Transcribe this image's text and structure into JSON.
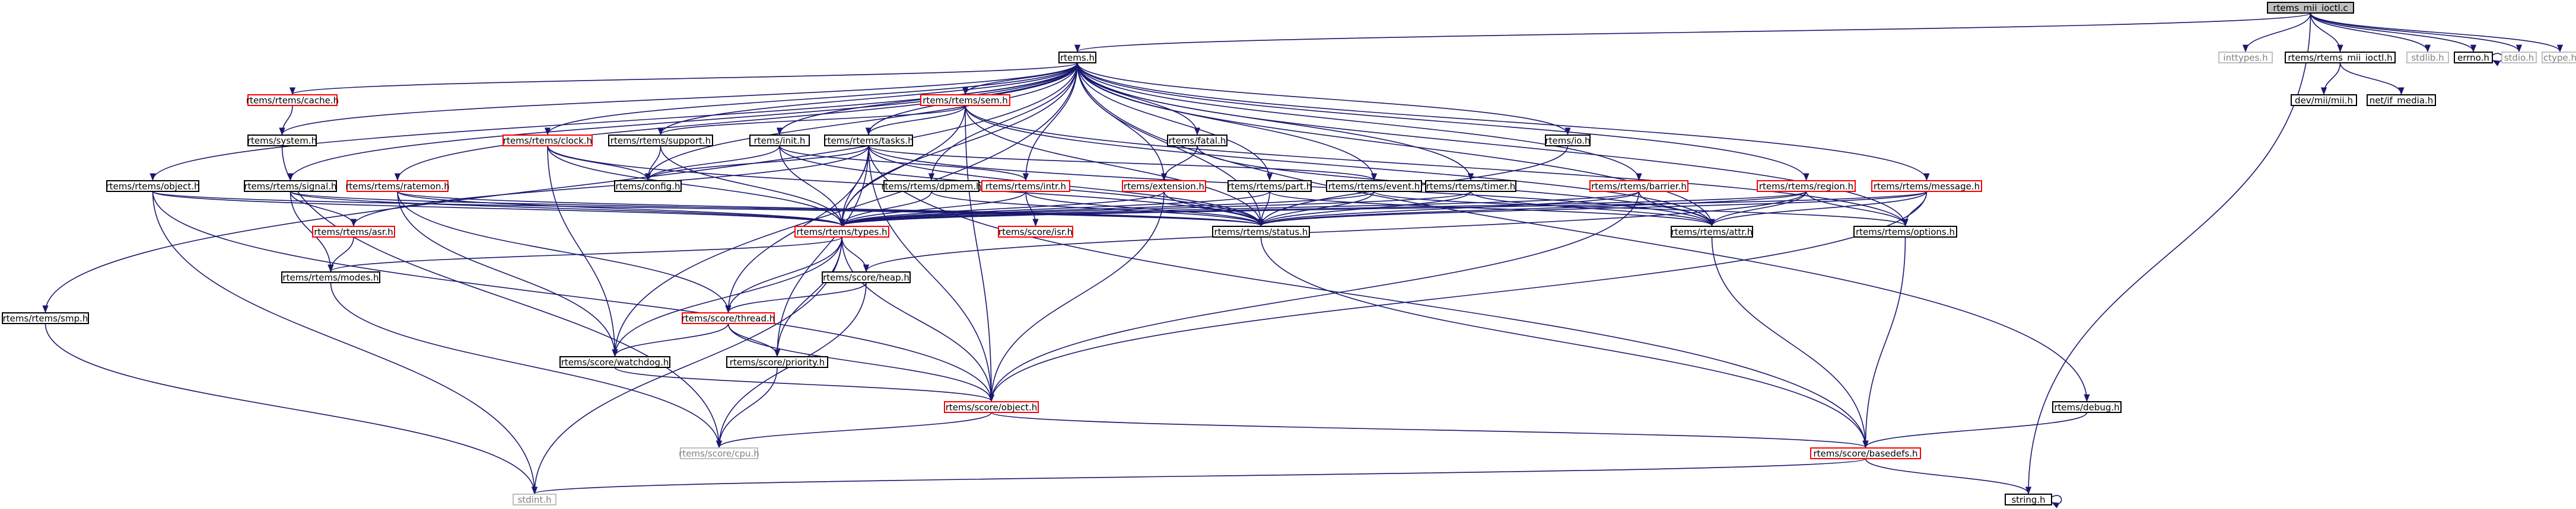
{
  "colors": {
    "edge": "#191970",
    "node_border": "#000000",
    "node_border_truncated": "#ff0000",
    "node_border_missing": "#bfbfbf",
    "node_fill_root": "#bfbfbf",
    "node_fill": "#ffffff",
    "text": "#000000",
    "text_missing": "#808080"
  },
  "graph": {
    "nodes": [
      {
        "id": "root",
        "label": "rtems_mii_ioctl.c",
        "kind": "root"
      },
      {
        "id": "rtems_h",
        "label": "rtems.h",
        "kind": "normal"
      },
      {
        "id": "inttypes",
        "label": "inttypes.h",
        "kind": "missing"
      },
      {
        "id": "rtems_mii_ioctl_h",
        "label": "rtems/rtems_mii_ioctl.h",
        "kind": "normal"
      },
      {
        "id": "stdlib",
        "label": "stdlib.h",
        "kind": "missing"
      },
      {
        "id": "errno",
        "label": "errno.h",
        "kind": "normal"
      },
      {
        "id": "stdio",
        "label": "stdio.h",
        "kind": "missing"
      },
      {
        "id": "ctype",
        "label": "ctype.h",
        "kind": "missing"
      },
      {
        "id": "dev_mii",
        "label": "dev/mii/mii.h",
        "kind": "normal"
      },
      {
        "id": "net_if_media",
        "label": "net/if_media.h",
        "kind": "normal"
      },
      {
        "id": "cache",
        "label": "rtems/rtems/cache.h",
        "kind": "truncated"
      },
      {
        "id": "sem",
        "label": "rtems/rtems/sem.h",
        "kind": "truncated"
      },
      {
        "id": "system",
        "label": "rtems/system.h",
        "kind": "normal"
      },
      {
        "id": "support",
        "label": "rtems/rtems/support.h",
        "kind": "normal"
      },
      {
        "id": "clock",
        "label": "rtems/rtems/clock.h",
        "kind": "truncated"
      },
      {
        "id": "init",
        "label": "rtems/init.h",
        "kind": "normal"
      },
      {
        "id": "tasks",
        "label": "rtems/rtems/tasks.h",
        "kind": "normal"
      },
      {
        "id": "fatal",
        "label": "rtems/fatal.h",
        "kind": "normal"
      },
      {
        "id": "io",
        "label": "rtems/io.h",
        "kind": "normal"
      },
      {
        "id": "object",
        "label": "rtems/rtems/object.h",
        "kind": "normal"
      },
      {
        "id": "signal",
        "label": "rtems/rtems/signal.h",
        "kind": "normal"
      },
      {
        "id": "ratemon",
        "label": "rtems/rtems/ratemon.h",
        "kind": "truncated"
      },
      {
        "id": "config",
        "label": "rtems/config.h",
        "kind": "normal"
      },
      {
        "id": "intr",
        "label": "rtems/rtems/intr.h",
        "kind": "truncated"
      },
      {
        "id": "dpmem",
        "label": "rtems/rtems/dpmem.h",
        "kind": "normal"
      },
      {
        "id": "extension",
        "label": "rtems/extension.h",
        "kind": "truncated"
      },
      {
        "id": "part",
        "label": "rtems/rtems/part.h",
        "kind": "normal"
      },
      {
        "id": "event",
        "label": "rtems/rtems/event.h",
        "kind": "normal"
      },
      {
        "id": "timer",
        "label": "rtems/rtems/timer.h",
        "kind": "normal"
      },
      {
        "id": "barrier",
        "label": "rtems/rtems/barrier.h",
        "kind": "truncated"
      },
      {
        "id": "region",
        "label": "rtems/rtems/region.h",
        "kind": "truncated"
      },
      {
        "id": "message",
        "label": "rtems/rtems/message.h",
        "kind": "truncated"
      },
      {
        "id": "asr",
        "label": "rtems/rtems/asr.h",
        "kind": "truncated"
      },
      {
        "id": "types",
        "label": "rtems/rtems/types.h",
        "kind": "truncated"
      },
      {
        "id": "isr",
        "label": "rtems/score/isr.h",
        "kind": "truncated"
      },
      {
        "id": "status",
        "label": "rtems/rtems/status.h",
        "kind": "normal"
      },
      {
        "id": "attr",
        "label": "rtems/rtems/attr.h",
        "kind": "normal"
      },
      {
        "id": "options",
        "label": "rtems/rtems/options.h",
        "kind": "normal"
      },
      {
        "id": "modes",
        "label": "rtems/rtems/modes.h",
        "kind": "normal"
      },
      {
        "id": "heap",
        "label": "rtems/score/heap.h",
        "kind": "normal"
      },
      {
        "id": "smp",
        "label": "rtems/rtems/smp.h",
        "kind": "normal"
      },
      {
        "id": "thread",
        "label": "rtems/score/thread.h",
        "kind": "truncated"
      },
      {
        "id": "watchdog",
        "label": "rtems/score/watchdog.h",
        "kind": "normal"
      },
      {
        "id": "priority",
        "label": "rtems/score/priority.h",
        "kind": "normal"
      },
      {
        "id": "score_object",
        "label": "rtems/score/object.h",
        "kind": "truncated"
      },
      {
        "id": "debug",
        "label": "rtems/debug.h",
        "kind": "normal"
      },
      {
        "id": "cpu",
        "label": "rtems/score/cpu.h",
        "kind": "missing"
      },
      {
        "id": "basedefs",
        "label": "rtems/score/basedefs.h",
        "kind": "truncated"
      },
      {
        "id": "stdint",
        "label": "stdint.h",
        "kind": "missing"
      },
      {
        "id": "string",
        "label": "string.h",
        "kind": "normal"
      }
    ],
    "edges": [
      [
        "root",
        "rtems_h"
      ],
      [
        "root",
        "inttypes"
      ],
      [
        "root",
        "rtems_mii_ioctl_h"
      ],
      [
        "root",
        "stdlib"
      ],
      [
        "root",
        "errno"
      ],
      [
        "root",
        "stdio"
      ],
      [
        "root",
        "ctype"
      ],
      [
        "root",
        "string"
      ],
      [
        "rtems_mii_ioctl_h",
        "dev_mii"
      ],
      [
        "rtems_mii_ioctl_h",
        "net_if_media"
      ],
      [
        "errno",
        "errno"
      ],
      [
        "string",
        "string"
      ],
      [
        "rtems_h",
        "cache"
      ],
      [
        "rtems_h",
        "sem"
      ],
      [
        "rtems_h",
        "system"
      ],
      [
        "rtems_h",
        "support"
      ],
      [
        "rtems_h",
        "clock"
      ],
      [
        "rtems_h",
        "init"
      ],
      [
        "rtems_h",
        "tasks"
      ],
      [
        "rtems_h",
        "fatal"
      ],
      [
        "rtems_h",
        "io"
      ],
      [
        "rtems_h",
        "object"
      ],
      [
        "rtems_h",
        "signal"
      ],
      [
        "rtems_h",
        "ratemon"
      ],
      [
        "rtems_h",
        "config"
      ],
      [
        "rtems_h",
        "intr"
      ],
      [
        "rtems_h",
        "dpmem"
      ],
      [
        "rtems_h",
        "extension"
      ],
      [
        "rtems_h",
        "part"
      ],
      [
        "rtems_h",
        "event"
      ],
      [
        "rtems_h",
        "timer"
      ],
      [
        "rtems_h",
        "barrier"
      ],
      [
        "rtems_h",
        "region"
      ],
      [
        "rtems_h",
        "message"
      ],
      [
        "rtems_h",
        "smp"
      ],
      [
        "rtems_h",
        "debug"
      ],
      [
        "rtems_h",
        "types"
      ],
      [
        "rtems_h",
        "status"
      ],
      [
        "rtems_h",
        "attr"
      ],
      [
        "rtems_h",
        "options"
      ],
      [
        "rtems_h",
        "watchdog"
      ],
      [
        "cache",
        "system"
      ],
      [
        "system",
        "cpu"
      ],
      [
        "sem",
        "support"
      ],
      [
        "sem",
        "tasks"
      ],
      [
        "sem",
        "types"
      ],
      [
        "sem",
        "attr"
      ],
      [
        "sem",
        "options"
      ],
      [
        "sem",
        "score_object"
      ],
      [
        "sem",
        "status"
      ],
      [
        "support",
        "config"
      ],
      [
        "support",
        "types"
      ],
      [
        "clock",
        "config"
      ],
      [
        "clock",
        "types"
      ],
      [
        "clock",
        "status"
      ],
      [
        "clock",
        "watchdog"
      ],
      [
        "init",
        "config"
      ],
      [
        "init",
        "types"
      ],
      [
        "init",
        "intr"
      ],
      [
        "init",
        "status"
      ],
      [
        "tasks",
        "config"
      ],
      [
        "tasks",
        "types"
      ],
      [
        "tasks",
        "asr"
      ],
      [
        "tasks",
        "attr"
      ],
      [
        "tasks",
        "status"
      ],
      [
        "tasks",
        "event"
      ],
      [
        "tasks",
        "thread"
      ],
      [
        "tasks",
        "score_object"
      ],
      [
        "tasks",
        "basedefs"
      ],
      [
        "tasks",
        "priority"
      ],
      [
        "fatal",
        "extension"
      ],
      [
        "fatal",
        "attr"
      ],
      [
        "io",
        "status"
      ],
      [
        "object",
        "types"
      ],
      [
        "object",
        "status"
      ],
      [
        "object",
        "stdint"
      ],
      [
        "object",
        "score_object"
      ],
      [
        "signal",
        "asr"
      ],
      [
        "signal",
        "modes"
      ],
      [
        "signal",
        "types"
      ],
      [
        "signal",
        "status"
      ],
      [
        "ratemon",
        "types"
      ],
      [
        "ratemon",
        "status"
      ],
      [
        "ratemon",
        "thread"
      ],
      [
        "ratemon",
        "watchdog"
      ],
      [
        "intr",
        "isr"
      ],
      [
        "intr",
        "types"
      ],
      [
        "intr",
        "status"
      ],
      [
        "dpmem",
        "types"
      ],
      [
        "dpmem",
        "status"
      ],
      [
        "extension",
        "types"
      ],
      [
        "extension",
        "status"
      ],
      [
        "extension",
        "score_object"
      ],
      [
        "part",
        "types"
      ],
      [
        "part",
        "status"
      ],
      [
        "part",
        "attr"
      ],
      [
        "event",
        "types"
      ],
      [
        "event",
        "options"
      ],
      [
        "event",
        "status"
      ],
      [
        "timer",
        "types"
      ],
      [
        "timer",
        "status"
      ],
      [
        "timer",
        "attr"
      ],
      [
        "barrier",
        "types"
      ],
      [
        "barrier",
        "status"
      ],
      [
        "barrier",
        "attr"
      ],
      [
        "barrier",
        "score_object"
      ],
      [
        "region",
        "types"
      ],
      [
        "region",
        "status"
      ],
      [
        "region",
        "attr"
      ],
      [
        "region",
        "options"
      ],
      [
        "region",
        "heap"
      ],
      [
        "message",
        "types"
      ],
      [
        "message",
        "status"
      ],
      [
        "message",
        "attr"
      ],
      [
        "message",
        "options"
      ],
      [
        "message",
        "score_object"
      ],
      [
        "asr",
        "modes"
      ],
      [
        "modes",
        "cpu"
      ],
      [
        "types",
        "modes"
      ],
      [
        "types",
        "heap"
      ],
      [
        "types",
        "thread"
      ],
      [
        "types",
        "watchdog"
      ],
      [
        "types",
        "priority"
      ],
      [
        "types",
        "score_object"
      ],
      [
        "types",
        "stdint"
      ],
      [
        "heap",
        "thread"
      ],
      [
        "heap",
        "cpu"
      ],
      [
        "thread",
        "watchdog"
      ],
      [
        "thread",
        "priority"
      ],
      [
        "thread",
        "score_object"
      ],
      [
        "watchdog",
        "score_object"
      ],
      [
        "priority",
        "cpu"
      ],
      [
        "score_object",
        "cpu"
      ],
      [
        "score_object",
        "basedefs"
      ],
      [
        "status",
        "basedefs"
      ],
      [
        "attr",
        "basedefs"
      ],
      [
        "options",
        "basedefs"
      ],
      [
        "debug",
        "basedefs"
      ],
      [
        "basedefs",
        "stdint"
      ],
      [
        "basedefs",
        "string"
      ],
      [
        "smp",
        "stdint"
      ]
    ]
  }
}
